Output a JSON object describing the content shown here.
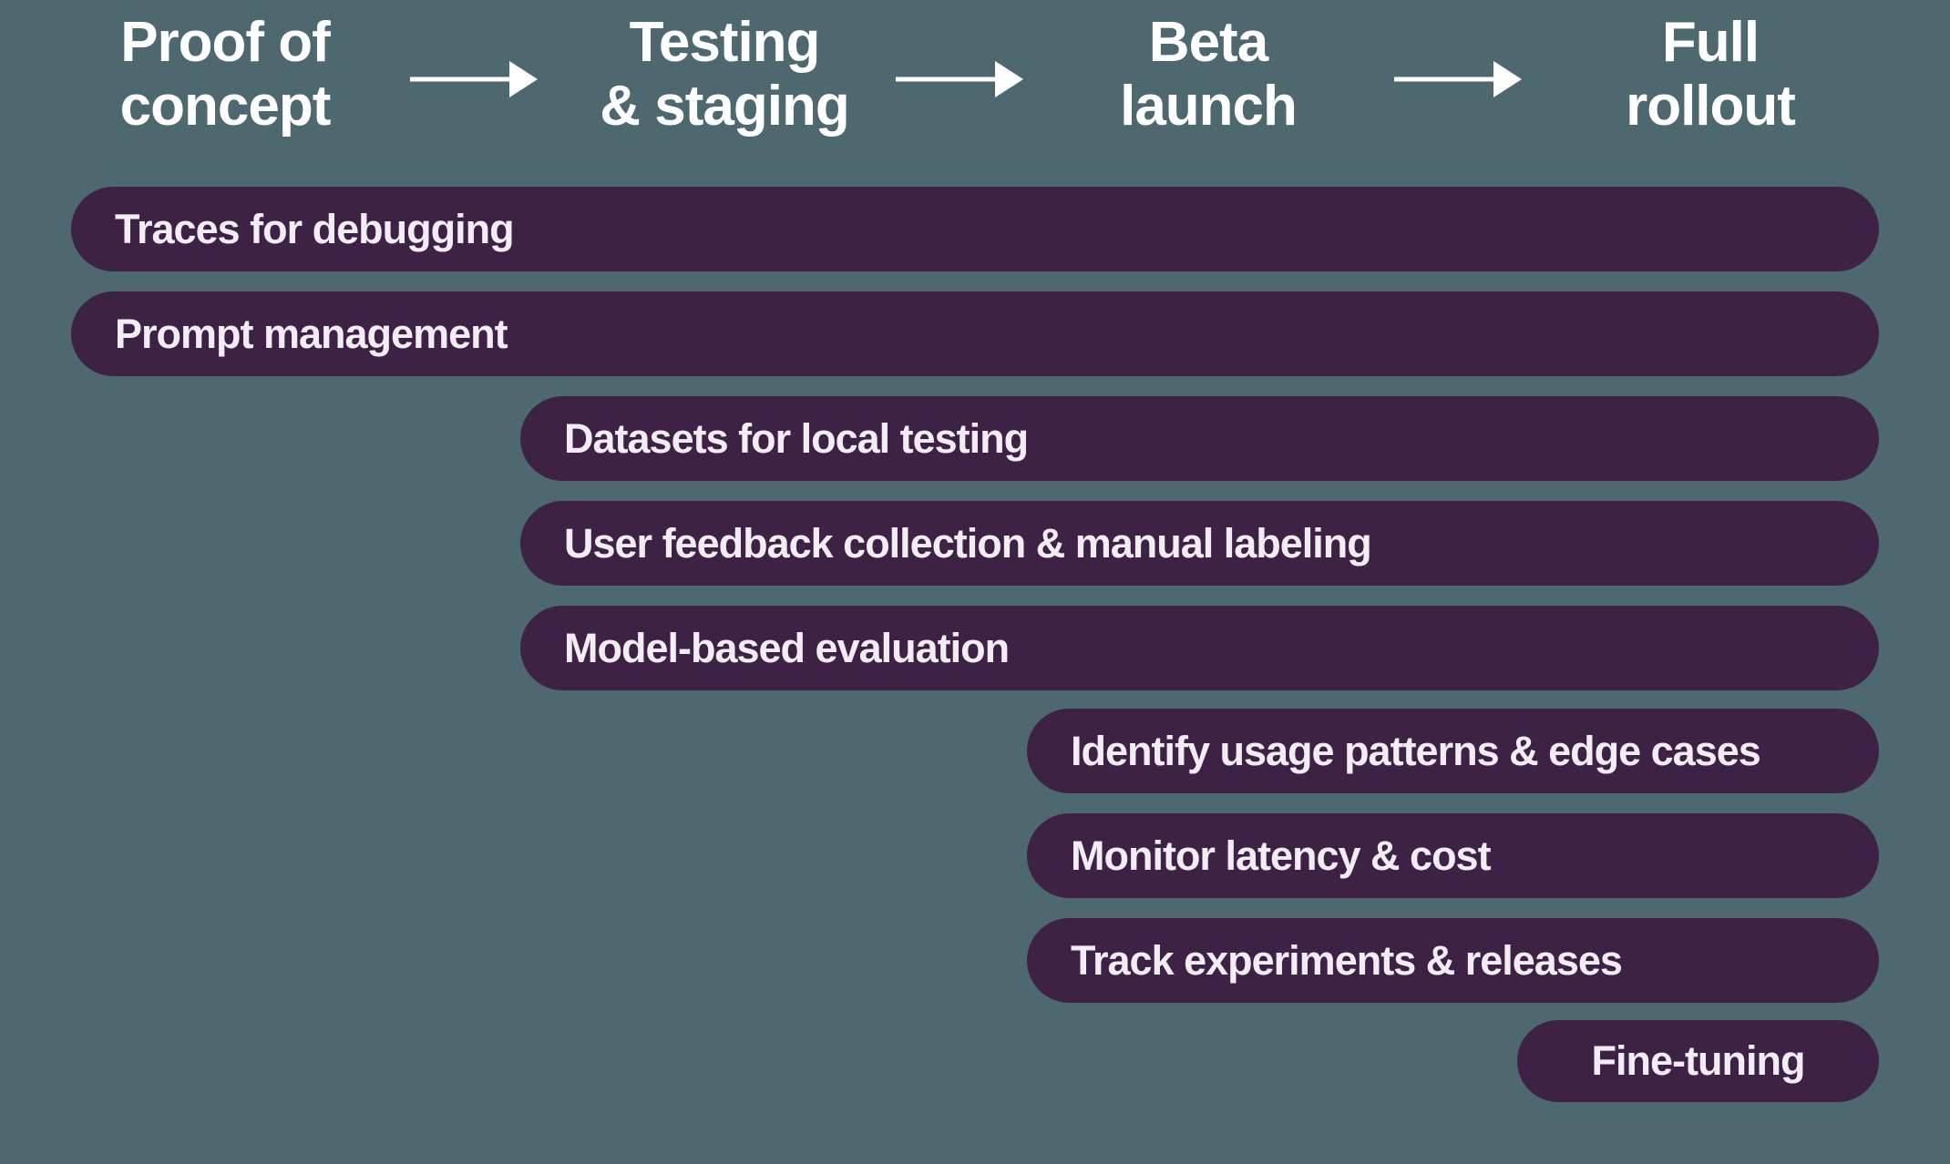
{
  "colors": {
    "background": "#4d686f",
    "bar_fill": "#3e2246",
    "bar_text": "#f1edf3",
    "header_text": "#ffffff",
    "arrow": "#ffffff"
  },
  "stages": [
    {
      "line1": "Proof of",
      "line2": "concept"
    },
    {
      "line1": "Testing",
      "line2": "& staging"
    },
    {
      "line1": "Beta",
      "line2": "launch"
    },
    {
      "line1": "Full",
      "line2": "rollout"
    }
  ],
  "arrows": [
    {
      "icon": "right-arrow-icon",
      "from": "Proof of concept",
      "to": "Testing & staging"
    },
    {
      "icon": "right-arrow-icon",
      "from": "Testing & staging",
      "to": "Beta launch"
    },
    {
      "icon": "right-arrow-icon",
      "from": "Beta launch",
      "to": "Full rollout"
    }
  ],
  "bars": [
    {
      "label": "Traces for debugging",
      "start_stage": "Proof of concept"
    },
    {
      "label": "Prompt management",
      "start_stage": "Proof of concept"
    },
    {
      "label": "Datasets for local testing",
      "start_stage": "Testing & staging"
    },
    {
      "label": "User feedback collection & manual labeling",
      "start_stage": "Testing & staging"
    },
    {
      "label": "Model-based evaluation",
      "start_stage": "Testing & staging"
    },
    {
      "label": "Identify usage patterns & edge cases",
      "start_stage": "Beta launch"
    },
    {
      "label": "Monitor latency & cost",
      "start_stage": "Beta launch"
    },
    {
      "label": "Track experiments & releases",
      "start_stage": "Beta launch"
    },
    {
      "label": "Fine-tuning",
      "start_stage": "Full rollout"
    }
  ]
}
